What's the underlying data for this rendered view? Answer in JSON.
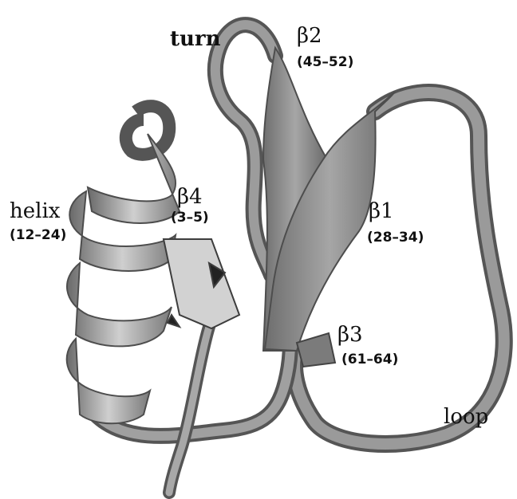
{
  "labels": {
    "turn": "turn",
    "beta2": "β2",
    "beta2_range": "(45–52)",
    "helix": "helix",
    "helix_range": "(12–24)",
    "beta4": "β4",
    "beta4_range": "(3–5)",
    "beta1": "β1",
    "beta1_range": "(28–34)",
    "beta3": "β3",
    "beta3_range": "(61–64)",
    "loop": "loop"
  },
  "colors": {
    "ribbon": "#8c8c8c",
    "ribbon_dark": "#555555",
    "ribbon_light": "#bdbdbd",
    "label": "#111111"
  }
}
